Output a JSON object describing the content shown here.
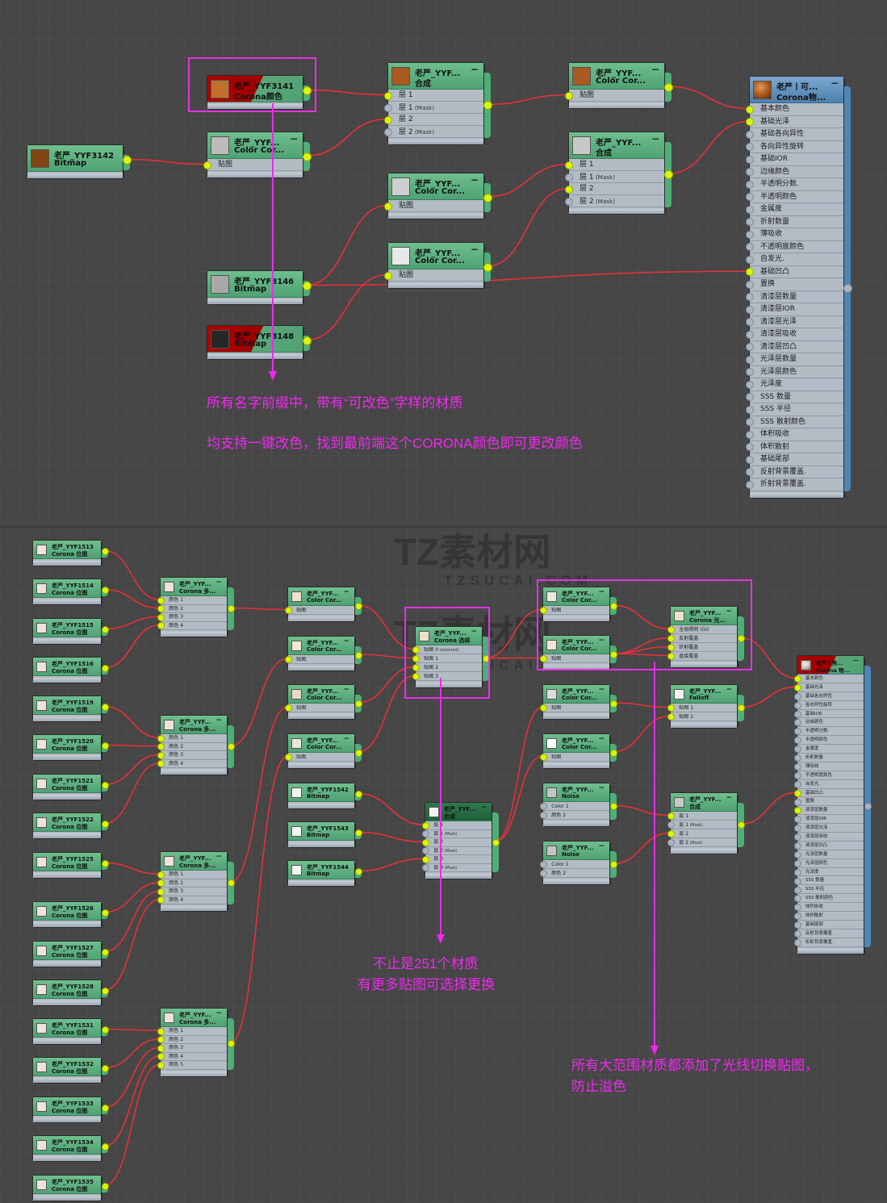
{
  "top_graph": {
    "nodes": {
      "corona_color": {
        "title": "老严_YYF3141",
        "type": "Corona颜色",
        "thumb": "#c0702b"
      },
      "bitmap_3142": {
        "title": "老严_YYF3142",
        "type": "Bitmap",
        "thumb": "#7f4512"
      },
      "color_corr_a": {
        "title": "老严_YYF...",
        "type": "Color Cor...",
        "thumb": "#b4b4b4",
        "slots": [
          "贴图"
        ]
      },
      "composite_a": {
        "title": "老严_YYF...",
        "type": "合成",
        "thumb": "#a85a20",
        "slots": [
          {
            "label": "层 1",
            "sub": ""
          },
          {
            "label": "层 1",
            "sub": "(Mask)"
          },
          {
            "label": "层 2",
            "sub": ""
          },
          {
            "label": "层 2",
            "sub": "(Mask)"
          }
        ]
      },
      "color_corr_b": {
        "title": "老严_YYF...",
        "type": "Color Cor...",
        "thumb": "#a85a20",
        "slots": [
          "贴图"
        ]
      },
      "composite_b": {
        "title": "老严_YYF...",
        "type": "合成",
        "thumb": "#c8c8c8",
        "slots": [
          {
            "label": "层 1",
            "sub": ""
          },
          {
            "label": "层 1",
            "sub": "(Mask)"
          },
          {
            "label": "层 2",
            "sub": ""
          },
          {
            "label": "层 2",
            "sub": "(Mask)"
          }
        ]
      },
      "color_corr_c": {
        "title": "老严_YYF...",
        "type": "Color Cor...",
        "thumb": "#cfcfcf",
        "slots": [
          "贴图"
        ]
      },
      "color_corr_d": {
        "title": "老严_YYF...",
        "type": "Color Cor...",
        "thumb": "#e8e8e8",
        "slots": [
          "贴图"
        ]
      },
      "bitmap_3146": {
        "title": "老严_YYF3146",
        "type": "Bitmap",
        "thumb": "#a9a9a9"
      },
      "bitmap_3148": {
        "title": "老严_YYF3148",
        "type": "Bitmap",
        "thumb": "#262626"
      },
      "corona_material": {
        "title": "老严丨可...",
        "type": "Corona物...",
        "slots": [
          "基本颜色",
          "基础光泽",
          "基础各向异性",
          "各向异性旋转",
          "基础IOR",
          "边缘颜色",
          "半透明分数.",
          "半透明颜色",
          "金属度",
          "折射数量",
          "薄吸收",
          "不透明度颜色",
          "自发光.",
          "基础凹凸",
          "置换",
          "清漆层数量",
          "清漆层IOR",
          "清漆层光泽",
          "清漆层吸收",
          "清漆层凹凸",
          "光泽层数量",
          "光泽层颜色",
          "光泽度",
          "SSS 数量",
          "SSS 半径",
          "SSS 散射颜色",
          "体积吸收",
          "体积散射",
          "基础尾部",
          "反射背景覆盖.",
          "折射背景覆盖."
        ],
        "connected": [
          0,
          1,
          13
        ]
      }
    },
    "annotation": {
      "line1": "所有名字前缀中，带有“可改色”字样的材质",
      "line2": "均支持一键改色，找到最前端这个CORONA颜色即可更改颜色"
    }
  },
  "bottom_graph": {
    "bitmaps_left": [
      {
        "title": "老严_YYF1513",
        "type": "Corona 位图"
      },
      {
        "title": "老严_YYF1514",
        "type": "Corona 位图"
      },
      {
        "title": "老严_YYF1515",
        "type": "Corona 位图"
      },
      {
        "title": "老严_YYF1516",
        "type": "Corona 位图"
      },
      {
        "title": "老严_YYF1519",
        "type": "Corona 位图"
      },
      {
        "title": "老严_YYF1520",
        "type": "Corona 位图"
      },
      {
        "title": "老严_YYF1521",
        "type": "Corona 位图"
      },
      {
        "title": "老严_YYF1522",
        "type": "Corona 位图"
      },
      {
        "title": "老严_YYF1525",
        "type": "Corona 位图"
      },
      {
        "title": "老严_YYF1526",
        "type": "Corona 位图"
      },
      {
        "title": "老严_YYF1527",
        "type": "Corona 位图"
      },
      {
        "title": "老严_YYF1528",
        "type": "Corona 位图"
      },
      {
        "title": "老严_YYF1531",
        "type": "Corona 位图"
      },
      {
        "title": "老严_YYF1532",
        "type": "Corona 位图"
      },
      {
        "title": "老严_YYF1533",
        "type": "Corona 位图"
      },
      {
        "title": "老严_YYF1534",
        "type": "Corona 位图"
      },
      {
        "title": "老严_YYF1535",
        "type": "Corona 位图"
      }
    ],
    "multi_nodes": [
      {
        "title": "老严_YYF...",
        "type": "Corona 多...",
        "slots": [
          "颜色 1",
          "颜色 2",
          "颜色 3",
          "颜色 4"
        ]
      },
      {
        "title": "老严_YYF...",
        "type": "Corona 多...",
        "slots": [
          "颜色 1",
          "颜色 2",
          "颜色 3",
          "颜色 4"
        ]
      },
      {
        "title": "老严_YYF...",
        "type": "Corona 多...",
        "slots": [
          "颜色 1",
          "颜色 2",
          "颜色 3",
          "颜色 4"
        ]
      },
      {
        "title": "老严_YYF...",
        "type": "Corona 多...",
        "slots": [
          "颜色 1",
          "颜色 2",
          "颜色 3",
          "颜色 4",
          "颜色 5"
        ]
      }
    ],
    "color_corr_mid": [
      {
        "title": "老严_YYF...",
        "type": "Color Cor...",
        "slots": [
          "贴图"
        ]
      },
      {
        "title": "老严_YYF...",
        "type": "Color Cor...",
        "slots": [
          "贴图"
        ]
      },
      {
        "title": "老严_YYF...",
        "type": "Color Cor...",
        "slots": [
          "贴图"
        ]
      },
      {
        "title": "老严_YYF...",
        "type": "Color Cor...",
        "slots": [
          "贴图"
        ]
      }
    ],
    "bitmaps_mid": [
      {
        "title": "老严_YYF1542",
        "type": "Bitmap"
      },
      {
        "title": "老严_YYF1543",
        "type": "Bitmap"
      },
      {
        "title": "老严_YYF1544",
        "type": "Bitmap"
      }
    ],
    "selector": {
      "title": "老严_YYF...",
      "type": "Corona 选择",
      "slots": [
        {
          "label": "贴图 0",
          "sub": "(selected)"
        },
        {
          "label": "贴图 1",
          "sub": ""
        },
        {
          "label": "贴图 2",
          "sub": ""
        },
        {
          "label": "贴图 3",
          "sub": ""
        }
      ]
    },
    "composite_mid": {
      "title": "老严_YYF...",
      "type": "合成",
      "slots": [
        {
          "label": "层 1",
          "sub": ""
        },
        {
          "label": "层 1",
          "sub": "(Mask)"
        },
        {
          "label": "层 2",
          "sub": ""
        },
        {
          "label": "层 2",
          "sub": "(Mask)"
        },
        {
          "label": "层 3",
          "sub": ""
        },
        {
          "label": "层 3",
          "sub": "(Mask)"
        }
      ]
    },
    "color_corr_right": [
      {
        "title": "老严_YYF...",
        "type": "Color Cor...",
        "slots": [
          "贴图"
        ]
      },
      {
        "title": "老严_YYF...",
        "type": "Color Cor...",
        "slots": [
          "贴图"
        ]
      },
      {
        "title": "老严_YYF...",
        "type": "Color Cor...",
        "slots": [
          "贴图"
        ]
      },
      {
        "title": "老严_YYF...",
        "type": "Color Cor...",
        "slots": [
          "贴图"
        ]
      }
    ],
    "noise_nodes": [
      {
        "title": "老严_YYF...",
        "type": "Noise",
        "slots": [
          "Color 1",
          "颜色 2"
        ]
      },
      {
        "title": "老严_YYF...",
        "type": "Noise",
        "slots": [
          "Color 1",
          "颜色 2"
        ]
      }
    ],
    "ray_switch": {
      "title": "老严_YYF...",
      "type": "Corona 光...",
      "slots": [
        "全局照明 (GI)",
        "反射覆盖",
        "折射覆盖",
        "直接覆盖"
      ]
    },
    "falloff": {
      "title": "老严_YYF...",
      "type": "Falloff",
      "slots": [
        "贴图 1",
        "贴图 2"
      ]
    },
    "composite_right": {
      "title": "老严_YYF...",
      "type": "合成",
      "slots": [
        {
          "label": "层 1",
          "sub": ""
        },
        {
          "label": "层 1",
          "sub": "(Mask)"
        },
        {
          "label": "层 2",
          "sub": ""
        },
        {
          "label": "层 2",
          "sub": "(Mask)"
        }
      ]
    },
    "material": {
      "title": "老严丨亮...",
      "type": "Corona 物...",
      "connected": [
        0,
        1,
        13,
        15
      ]
    },
    "annotation_select": {
      "line1": "不止是251个材质",
      "line2": "有更多贴图可选择更换"
    },
    "annotation_ray": {
      "line1": "所有大范围材质都添加了光线切换贴图，",
      "line2": "防止溢色"
    }
  },
  "watermark": {
    "brand": "TZ素材网",
    "domain": "TZSUCAI.COM"
  },
  "colors": {
    "wire": "#e8303a",
    "annotation": "#f028f0",
    "port_active": "#d9f70b"
  }
}
